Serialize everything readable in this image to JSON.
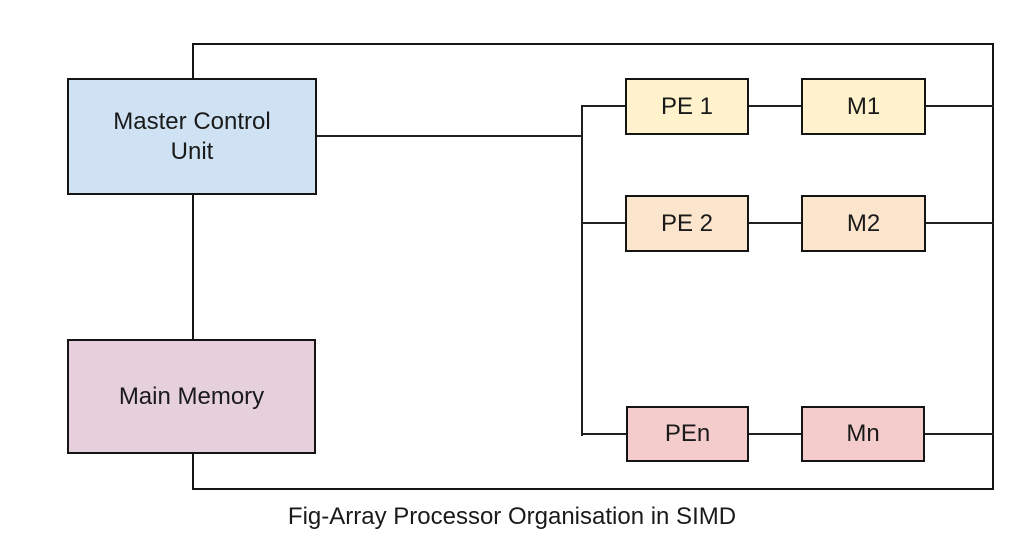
{
  "diagram": {
    "caption": "Fig-Array Processor Organisation in SIMD",
    "nodes": {
      "master_control_unit": {
        "lines": [
          "Master Control",
          "Unit"
        ]
      },
      "main_memory": {
        "label": "Main Memory"
      },
      "pe1": {
        "label": "PE 1"
      },
      "m1": {
        "label": "M1"
      },
      "pe2": {
        "label": "PE 2"
      },
      "m2": {
        "label": "M2"
      },
      "pen": {
        "label": "PEn"
      },
      "mn": {
        "label": "Mn"
      }
    },
    "colors": {
      "master_control_unit_fill": "#cfe2f3",
      "main_memory_fill": "#e5d0db",
      "pe_row1_fill": "#fff2cc",
      "pe_row2_fill": "#fce5cd",
      "pe_rown_fill": "#f4cccc",
      "line": "#1a1a1a",
      "background": "#ffffff"
    }
  }
}
